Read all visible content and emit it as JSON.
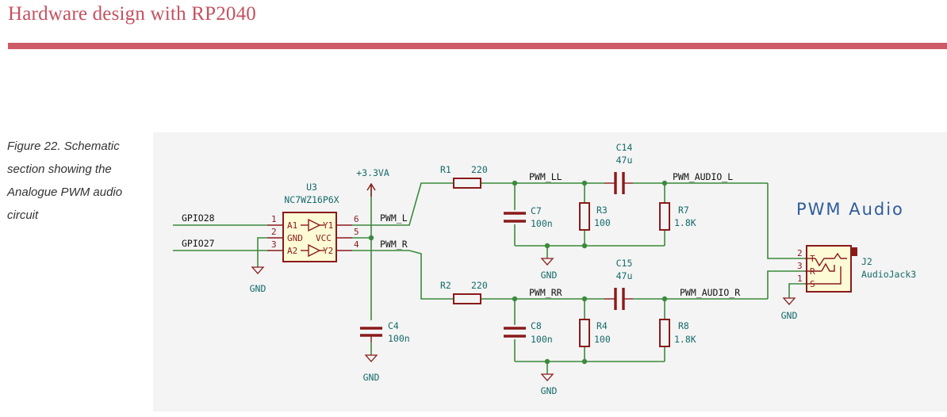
{
  "page": {
    "heading": "Hardware design with RP2040",
    "caption": "Figure 22. Schematic section showing the Analogue PWM audio circuit"
  },
  "colors": {
    "accent": "#cd5a67",
    "wire": "#3b8a3b",
    "component": "#8a1a1a",
    "reference": "#156a6a"
  },
  "schematic": {
    "title": "PWM Audio",
    "power": {
      "label": "+3.3VA"
    },
    "ground_label": "GND",
    "nets": {
      "gpio28": "GPIO28",
      "gpio27": "GPIO27",
      "pwm_l": "PWM_L",
      "pwm_r": "PWM_R",
      "pwm_ll": "PWM_LL",
      "pwm_rr": "PWM_RR",
      "pwm_audio_l": "PWM_AUDIO_L",
      "pwm_audio_r": "PWM_AUDIO_R"
    },
    "u3": {
      "ref": "U3",
      "value": "NC7WZ16P6X",
      "pins": {
        "a1": "A1",
        "y1": "Y1",
        "gnd": "GND",
        "vcc": "VCC",
        "a2": "A2",
        "y2": "Y2"
      },
      "pin_numbers": {
        "p1": "1",
        "p2": "2",
        "p3": "3",
        "p4": "4",
        "p5": "5",
        "p6": "6"
      }
    },
    "r1": {
      "ref": "R1",
      "value": "220"
    },
    "r2": {
      "ref": "R2",
      "value": "220"
    },
    "r3": {
      "ref": "R3",
      "value": "100"
    },
    "r4": {
      "ref": "R4",
      "value": "100"
    },
    "r7": {
      "ref": "R7",
      "value": "1.8K"
    },
    "r8": {
      "ref": "R8",
      "value": "1.8K"
    },
    "c4": {
      "ref": "C4",
      "value": "100n"
    },
    "c7": {
      "ref": "C7",
      "value": "100n"
    },
    "c8": {
      "ref": "C8",
      "value": "100n"
    },
    "c14": {
      "ref": "C14",
      "value": "47u"
    },
    "c15": {
      "ref": "C15",
      "value": "47u"
    },
    "j2": {
      "ref": "J2",
      "value": "AudioJack3",
      "pin_numbers": {
        "p1": "1",
        "p2": "2",
        "p3": "3"
      },
      "pins": {
        "t": "T",
        "r": "R",
        "s": "S"
      }
    }
  }
}
